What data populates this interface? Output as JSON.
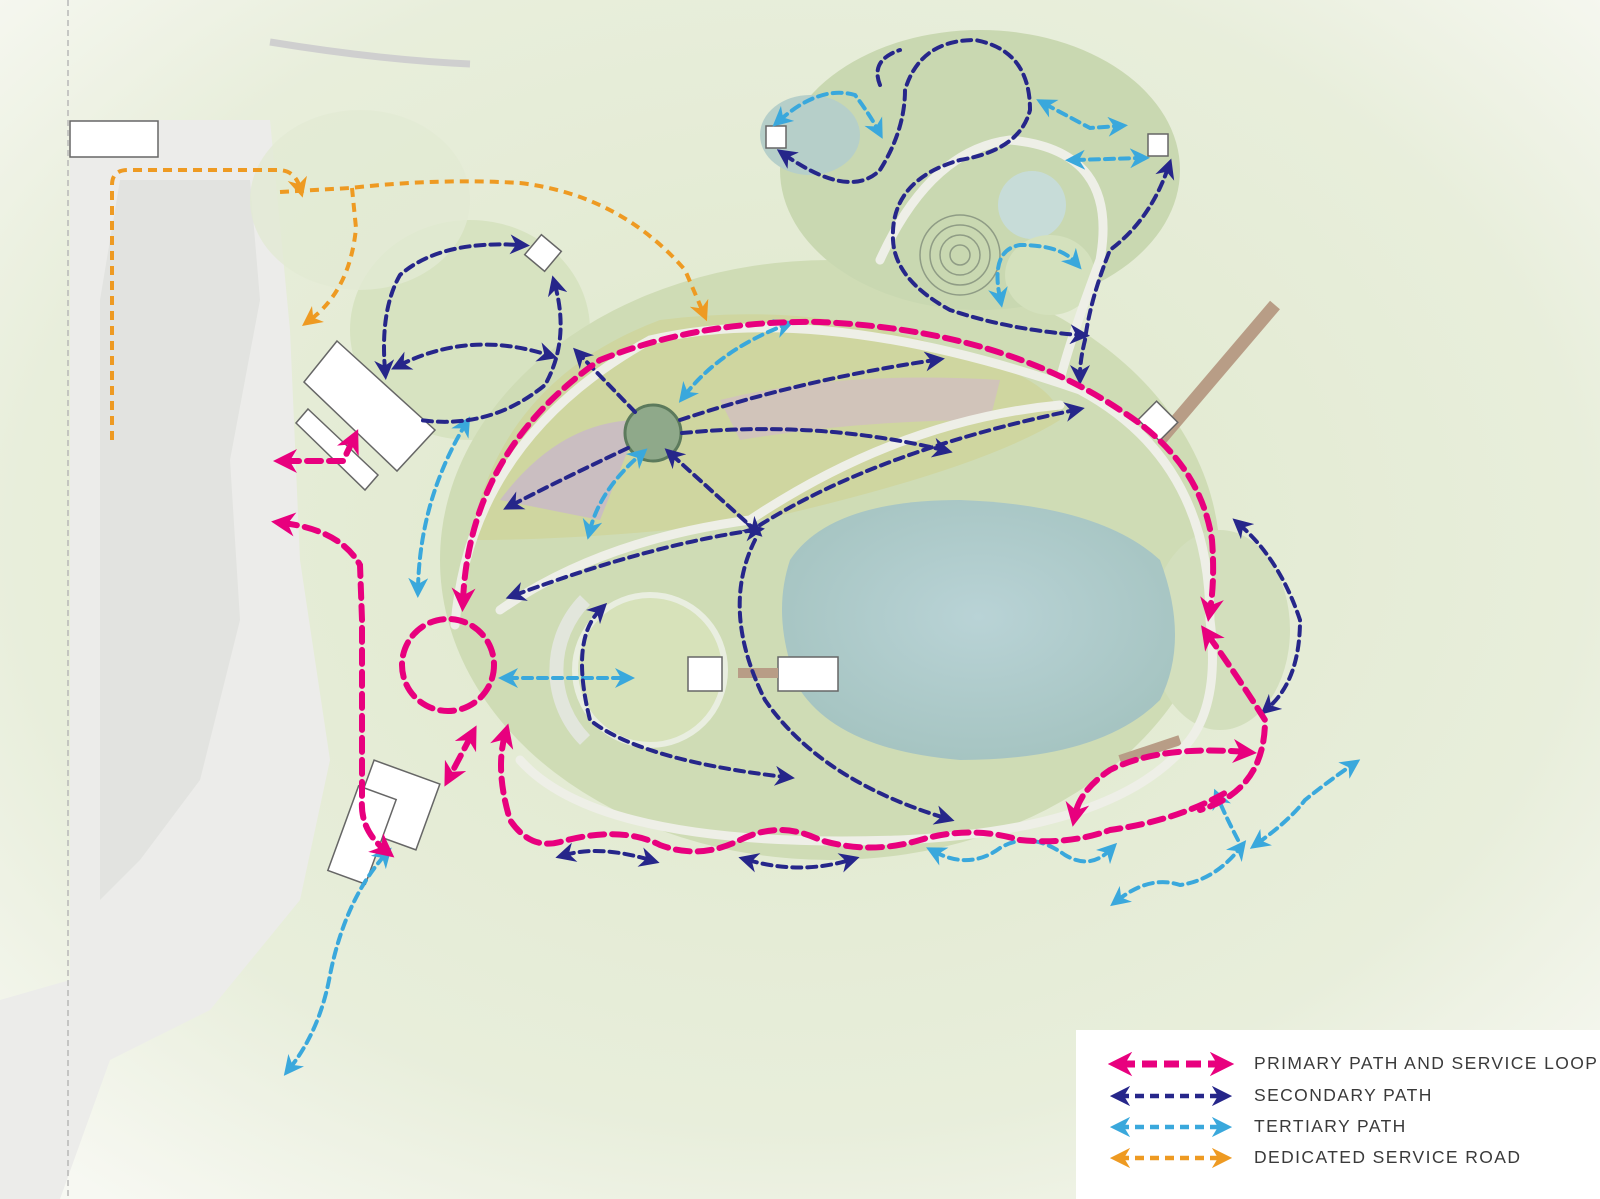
{
  "legend": {
    "items": [
      {
        "label": "PRIMARY PATH AND SERVICE LOOP",
        "color": "#e8007e",
        "icon": "double-arrow-icon"
      },
      {
        "label": "SECONDARY PATH",
        "color": "#26268a",
        "icon": "double-arrow-icon"
      },
      {
        "label": "TERTIARY PATH",
        "color": "#3aa8dc",
        "icon": "double-arrow-icon"
      },
      {
        "label": "DEDICATED SERVICE ROAD",
        "color": "#ee9a22",
        "icon": "double-arrow-icon"
      }
    ]
  },
  "colors": {
    "primary": "#e8007e",
    "secondary": "#26268a",
    "tertiary": "#3aa8dc",
    "service": "#ee9a22",
    "lawn": "#dde8c8",
    "pond": "#b4cfd3",
    "meadow": "#c9d39e",
    "parking": "#e6e6e4"
  }
}
